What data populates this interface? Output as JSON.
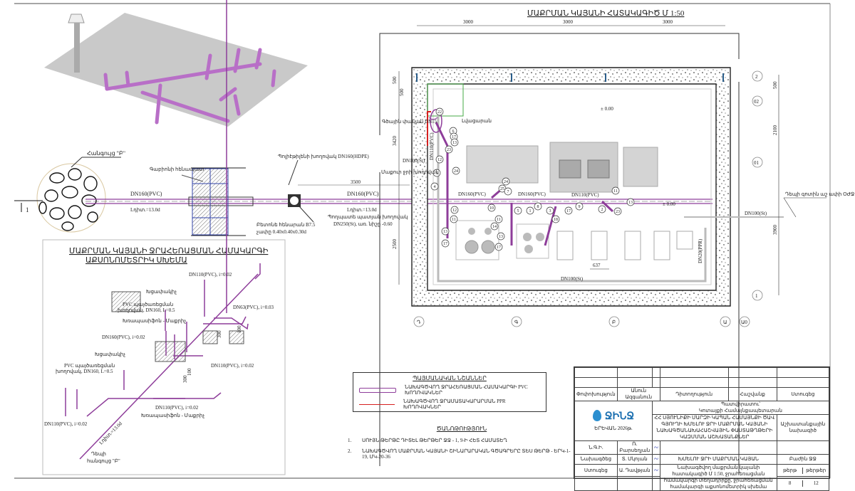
{
  "plan": {
    "title": "ՄԱՔՐՄԱՆ ԿԱՅԱՆԻ ՀԱՏԱԿԱԳԻԾ Մ 1:50",
    "dims_top": [
      "3000",
      "3000",
      "3000"
    ],
    "dims_left": [
      "500",
      "500",
      "3420",
      "2500"
    ],
    "dims_right": [
      "500",
      "2100",
      "3900"
    ],
    "dim_equipment": "637",
    "dim_pipe": "3500",
    "axes_right": [
      "2",
      "02",
      "01",
      "1"
    ],
    "axes_bottom": [
      "Դ",
      "Գ",
      "Բ",
      "Ա",
      "Ա0"
    ],
    "level_marks": [
      "± 0.00",
      "± 0.00"
    ],
    "pipe_labels": [
      "DN160(PVC)",
      "DN160(PVC)",
      "DN110(PVC)",
      "DN100(St)",
      "DN100(St)",
      "DN100(St)",
      "DN20(PPR)",
      "DN110(PVC)"
    ],
    "callouts": {
      "valve": "Գծային փական DN15",
      "sink": "Լվացարան",
      "clean_water": "Մաքուր ջրի խողովակ",
      "to_outlet": "Դեպի գոտին աշ ափի ՕԺՋ"
    },
    "markers": [
      "22",
      "6",
      "23",
      "17",
      "13",
      "12",
      "5",
      "24",
      "4",
      "12",
      "11",
      "25",
      "7",
      "24",
      "10",
      "5",
      "1",
      "8",
      "3",
      "17",
      "9",
      "2",
      "11",
      "13",
      "23",
      "14",
      "11",
      "18",
      "13",
      "17",
      "13",
      "17"
    ]
  },
  "site": {
    "node_b": "Հանգույց \"Բ\"",
    "gabion": "Գաբիոնի հենապատ",
    "pe_pipe": "Պոլիէթիլենի խողովակ DN160(HDPE)",
    "pipe1": "DN160(PVC)",
    "pipe1_len": "Lդիտ.=13.0d",
    "pipe2": "DN160(PVC)",
    "pipe2_len": "Lդիտ.=13.0d",
    "support": "Բետոնե հենարան B7.5",
    "support_size": "չափը 0.40x0.40x0.30d",
    "casing": "Պողպատե պատյան խողովակ",
    "casing_spec": "DN250(St), առ. նիշը -0.60",
    "section_mark": "1"
  },
  "iso": {
    "title_1": "ՄԱՔՐՄԱՆ ԿԱՅԱՆԻ ՋՐԱՀԵՌԱՑՄԱՆ ՀԱՄԱԿԱՐԳԻ",
    "title_2": "ԱՔՍՈՆՈՄԵՏՐԻԿ ՍԽԵՄԱ",
    "labels": {
      "dn110_top": "DN110(PVC), i=0.02",
      "dn63": "DN63(PVC), i=0.03",
      "plug_1": "Խցափակիչ",
      "cleanout_1a": "PVC պայծառեցման",
      "cleanout_1b": "խողովակ, DN160, L=0.5",
      "trap_1": "Խռապասիֆոն - Մաքրիչ",
      "dn160": "DN160(PVC), i=0.02",
      "dn110_mid": "DN110(PVC), i=0.02",
      "plug_2": "Խցափակիչ",
      "cleanout_2a": "PVC պայծառեցման",
      "cleanout_2b": "խողովակ, DN160, L=0.5",
      "dn110_low": "DN110(PVC), i=0.02",
      "trap_2": "Խռապասիֆոն - Մաքրիչ",
      "dn110_left": "DN110(PVC), i=0.02",
      "length": "Lդիտ.=13.0d",
      "to_node_1": "Դեպի",
      "to_node_2": "հանգույց \"Բ\"",
      "dim_100a": "100",
      "dim_300a": "300",
      "dim_100b": "100",
      "dim_300b": "300"
    }
  },
  "legend": {
    "title": "ՊԱՅՄԱՆԱԿԱՆ ՆՇԱՆՆԵՐ",
    "items": [
      {
        "label": "ՆԱԽԱԳԾՎՈՂ ՋՐԱՀԵՌԱՑՄԱՆ ՀԱՄԱԿԱՐԳԻ PVC ԽՈՂՈՎԱԿՆԵՐ",
        "color": "#8e3d9a"
      },
      {
        "label": "ՆԱԽԱԳԾՎՈՂ ՋՐԱՄԱՏԱԿԱՐԱՐՄԱՆ PPR ԽՈՂՈՎԱԿՆԵՐ",
        "color": "#d62020"
      }
    ]
  },
  "notes": {
    "title": "ԾԱՆՈԹՈՒԹՅՈՒՆ",
    "items": [
      {
        "num": "1.",
        "text": "ՍՈՒՅՆ ԹԵՐԹԸ ԴԻՏԵԼ ԹԵՐԹԵՐ ՋՋ - 1, 9-Ի ՀԵՏ ՀԱՄԱՏԵՂ"
      },
      {
        "num": "2.",
        "text": "ՆԱԽԱԳԾՎՈՂ ՄԱՔՐՄԱՆ ԿԱՅԱՆԻ ՇԻՆԱՐԱՐԱԿԱՆ ԳԾԱԳՐԵՐԸ ՏԵՍ ԹԵՐԹ - ԵՐԿ-1-19, ՄԿ-20-36"
      }
    ]
  },
  "title_block": {
    "headers": [
      "Փոփոխություն",
      "Անուն Ազգանուն",
      "Դիտողություն",
      "Հաշվանք",
      "Ստուգեց"
    ],
    "customer_1": "Պատվիրատու՝",
    "customer_2": "Կոտայքի Համայնքապետարան",
    "logo": "ՋԻՆՋ",
    "city_year": "ԵՐԵՎԱՆ 2026թ.",
    "project": "ՀՀ ՍՅՈՒՆԻՔԻ ՄԱՐԶԻ ԿԱՊԱՆ ՀԱՄԱՅՆՔԻ ԾԱՎ ԳՅՈՒՂԻ ԽՄԵԼՈՒ ՋՐԻ ՄԱՔՐՄԱՆ ԿԱՅԱՆԻ ՆԱԽԱԳԾԱՆԱԽԱՀԱՇՎԱՅԻՆ ՓԱՍՏԱԹՂԹԵՐԻ ԿԱԶՄՄԱՆ ԱՇԽԱՏԱՆՔՆԵՐ",
    "stage": "Աշխատանքային նախագիծ",
    "staff": [
      {
        "role": "Ն.Գ.Ի.",
        "name": "Ռ. Բարսեղյան"
      },
      {
        "role": "Նախագծեց",
        "name": "Տ. Մկոյան"
      },
      {
        "role": "Ստուգեց",
        "name": "Ա. Դավթյան"
      }
    ],
    "drawing_name": "ԽՄԵԼՈՒ ՋՐԻ ՄԱՔՐՄԱՆ ԿԱՅԱՆ",
    "section": "Բաժին ՋՋ",
    "sheet_desc": "Նախագծվող մաքրման կայանի հատակագիծ Մ 1:50, ջրահեռացման համակարգի տեղադիրքը, ջրահեռացման համակարգի աքսոնոմետրիկ սխեմա",
    "sheet_label": "թերթ",
    "sheets_label": "թերթեր",
    "sheet": "8",
    "sheets": "12"
  }
}
